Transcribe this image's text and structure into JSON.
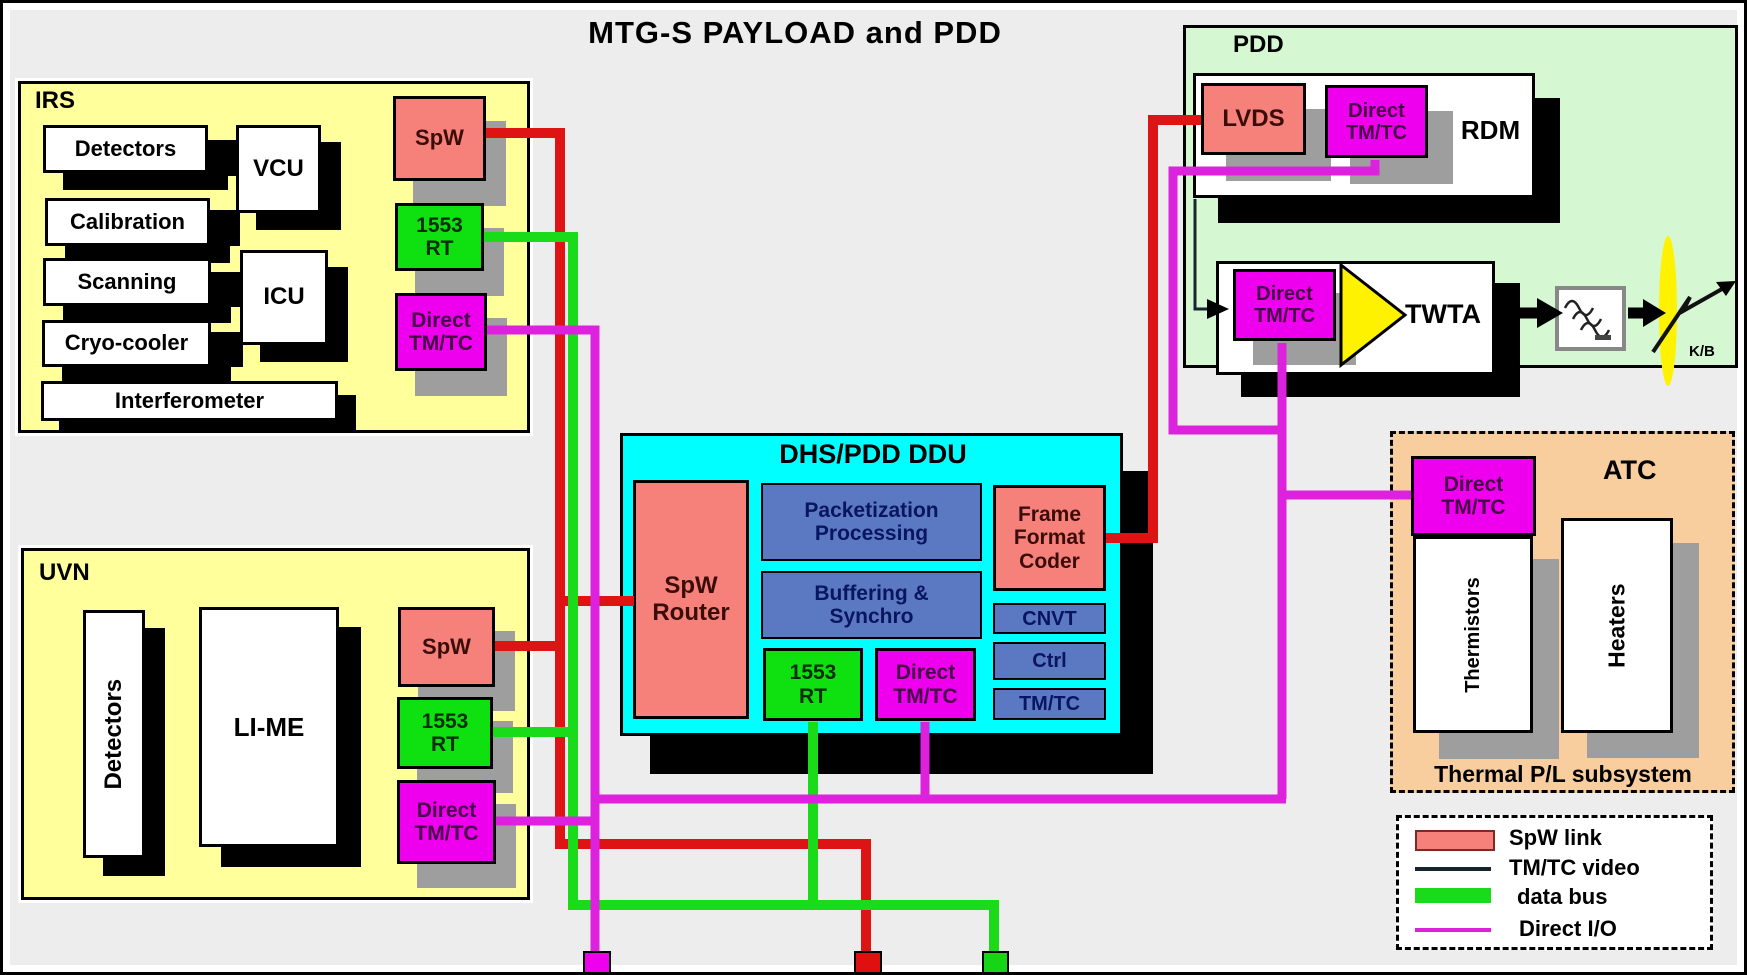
{
  "title": "MTG-S PAYLOAD and PDD",
  "irs": {
    "label": "IRS",
    "detectors": "Detectors",
    "vcu": "VCU",
    "calibration": "Calibration",
    "scanning": "Scanning",
    "icu": "ICU",
    "cryo_cooler": "Cryo-cooler",
    "interferometer": "Interferometer",
    "spw": "SpW",
    "bus_1553": "1553\nRT",
    "direct_tmtc": "Direct\nTM/TC"
  },
  "uvn": {
    "label": "UVN",
    "detectors": "Detectors",
    "li_me": "LI-ME",
    "spw": "SpW",
    "bus_1553": "1553\nRT",
    "direct_tmtc": "Direct\nTM/TC"
  },
  "dhs": {
    "title": "DHS/PDD DDU",
    "spw_router": "SpW\nRouter",
    "packetization": "Packetization\nProcessing",
    "buffering": "Buffering &\nSynchro",
    "bus_1553": "1553\nRT",
    "direct_tmtc": "Direct\nTM/TC",
    "frame_format_coder": "Frame\nFormat\nCoder",
    "cnvt": "CNVT",
    "ctrl": "Ctrl",
    "tmtc": "TM/TC"
  },
  "pdd": {
    "label": "PDD",
    "lvds": "LVDS",
    "rdm_direct_tmtc": "Direct\nTM/TC",
    "rdm": "RDM",
    "twta_direct_tmtc": "Direct\nTM/TC",
    "twta": "TWTA",
    "kb": "K/B"
  },
  "atc": {
    "label": "ATC",
    "direct_tmtc": "Direct\nTM/TC",
    "thermistors": "Thermistors",
    "heaters": "Heaters",
    "caption": "Thermal P/L subsystem"
  },
  "legend": {
    "items": [
      {
        "label": "SpW link"
      },
      {
        "label": "TM/TC video"
      },
      {
        "label": "data bus"
      },
      {
        "label": "Direct I/O"
      }
    ]
  },
  "colors": {
    "section_yellow": "#FFFF9C",
    "section_cyan": "#00FFFF",
    "section_mint": "#D5F8D2",
    "section_tan": "#F8CE9E",
    "box_salmon": "#F5817A",
    "box_green": "#0FE00F",
    "box_magenta": "#EE00EE",
    "box_blue": "#5B79C2",
    "wire_spw": "#DE1414",
    "wire_databus": "#1ADB1A",
    "wire_directio": "#DD22DD",
    "wire_video": "#15242E",
    "amp_yellow": "#FFF200"
  }
}
